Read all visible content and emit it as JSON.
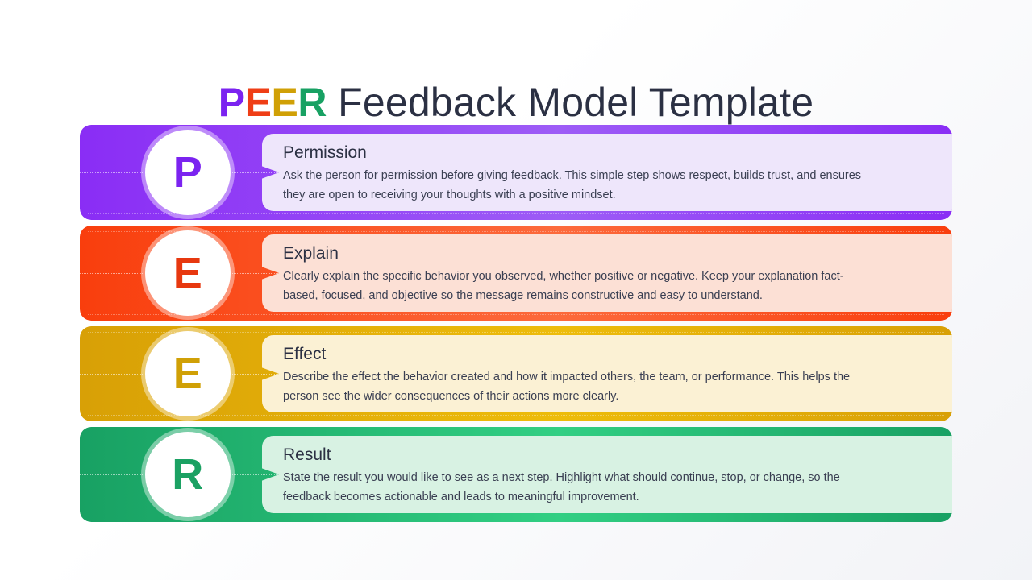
{
  "title": {
    "acronym": "PEER",
    "rest": " Feedback Model Template",
    "acronym_letters": [
      {
        "char": "P",
        "color": "#7b23f0"
      },
      {
        "char": "E",
        "color": "#ef3e16"
      },
      {
        "char": "E",
        "color": "#d0a006"
      },
      {
        "char": "R",
        "color": "#18a163"
      }
    ],
    "text_color": "#2b3043"
  },
  "background": {
    "from": "#ffffff",
    "to": "#f2f3f7"
  },
  "rows": [
    {
      "letter": "P",
      "heading": "Permission",
      "body": "Ask the person for permission before giving feedback. This simple step shows respect, builds trust, and ensures they are open to receiving your thoughts with a positive mindset.",
      "band_from": "#8a2df5",
      "band_to": "#9d5cf6",
      "card_bg": "#eee6fb",
      "letter_color": "#7b23f0"
    },
    {
      "letter": "E",
      "heading": "Explain",
      "body": "Clearly explain the specific behavior you observed, whether positive or negative. Keep your explanation fact-based, focused, and objective so the message remains constructive and easy to understand.",
      "band_from": "#f93e0d",
      "band_to": "#fc6a3c",
      "card_bg": "#fce0d5",
      "letter_color": "#e7380f"
    },
    {
      "letter": "E",
      "heading": "Effect",
      "body": "Describe the effect the behavior created and how it impacted others, the team, or performance. This helps the person see the wider consequences of their actions more clearly.",
      "band_from": "#d8a006",
      "band_to": "#edbc0b",
      "card_bg": "#fbf1d4",
      "letter_color": "#d0a006"
    },
    {
      "letter": "R",
      "heading": "Result",
      "body": "State the result you would like to see as a next step. Highlight what should continue, stop, or change, so the feedback becomes actionable and leads to meaningful improvement.",
      "band_from": "#18a163",
      "band_to": "#32cf83",
      "card_bg": "#d8f2e3",
      "letter_color": "#1ba163"
    }
  ]
}
